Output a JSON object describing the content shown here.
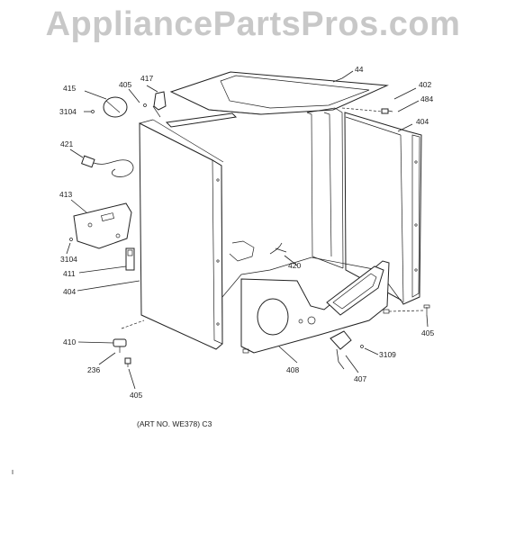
{
  "watermark": "AppliancePartsPros.com",
  "caption": "(ART NO. WE378) C3",
  "labels": {
    "l44": "44",
    "l402": "402",
    "l484": "484",
    "l404a": "404",
    "l415": "415",
    "l3104a": "3104",
    "l405a": "405",
    "l417": "417",
    "l421": "421",
    "l413": "413",
    "l3104b": "3104",
    "l411": "411",
    "l404b": "404",
    "l420": "420",
    "l405b": "405",
    "l410": "410",
    "l236": "236",
    "l405c": "405",
    "l408": "408",
    "l3109": "3109",
    "l407": "407"
  }
}
